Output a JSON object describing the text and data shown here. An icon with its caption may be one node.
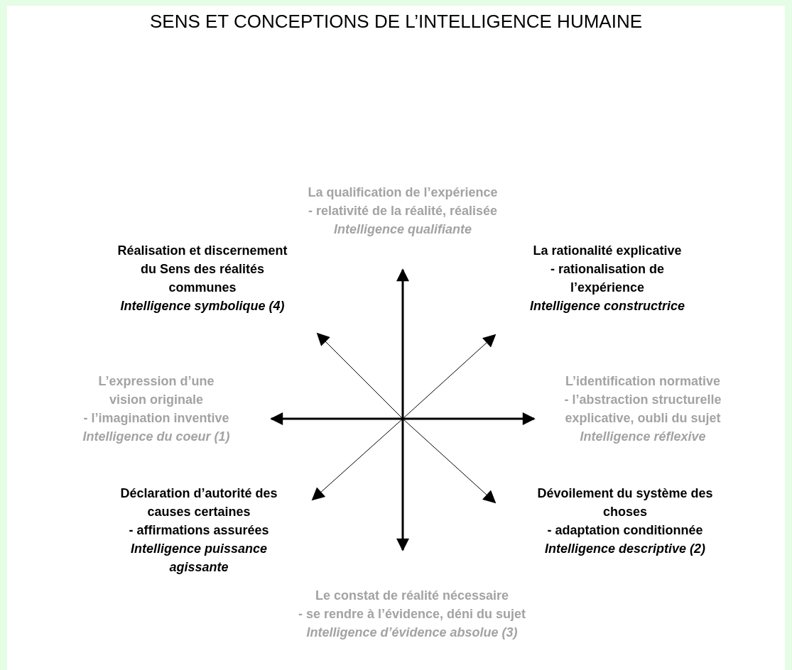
{
  "diagram": {
    "title": "SENS ET CONCEPTIONS DE L’INTELLIGENCE HUMAINE",
    "nodes": [
      {
        "text": [
          "La qualification de l’expérience",
          "- relativité de la réalité, réalisée",
          "Intelligence qualifiante"
        ]
      },
      {
        "text": [
          "Réalisation et discernement du Sens des réalités communes",
          "Intelligence symbolique (4)"
        ]
      },
      {
        "text": [
          "La rationalité explicative",
          "- rationalisation de l’expérience",
          "Intelligence constructrice"
        ]
      },
      {
        "text": [
          "L’expression d’une vision originale",
          "- l’imagination inventive",
          "Intelligence du coeur (1)"
        ]
      },
      {
        "text": [
          "L’identification normative",
          "- l’abstraction structurelle explicative, oubli du sujet",
          "Intelligence réflexive"
        ]
      },
      {
        "text": [
          "Déclaration d’autorité des causes certaines",
          "- affirmations assurées",
          "Intelligence puissance agissante"
        ]
      },
      {
        "text": [
          "Dévoilement du système des choses",
          "- adaptation conditionnée",
          "Intelligence descriptive (2)"
        ]
      },
      {
        "text": [
          "Le constat de réalité nécessaire",
          "- se rendre à l’évidence, déni du sujet",
          "Intelligence d’évidence absolue (3)"
        ]
      }
    ],
    "edges": [
      {
        "from": null,
        "to": 0,
        "arrow": "to",
        "style": "thick"
      },
      {
        "from": null,
        "to": 1,
        "arrow": "to"
      },
      {
        "from": null,
        "to": 2,
        "arrow": "to"
      },
      {
        "from": null,
        "to": 3,
        "arrow": "to",
        "style": "thick"
      },
      {
        "from": null,
        "to": 4,
        "arrow": "to",
        "style": "thick"
      },
      {
        "from": null,
        "to": 5,
        "arrow": "to"
      },
      {
        "from": null,
        "to": 6,
        "arrow": "to"
      },
      {
        "from": null,
        "to": 7,
        "arrow": "to",
        "style": "thick"
      }
    ]
  }
}
